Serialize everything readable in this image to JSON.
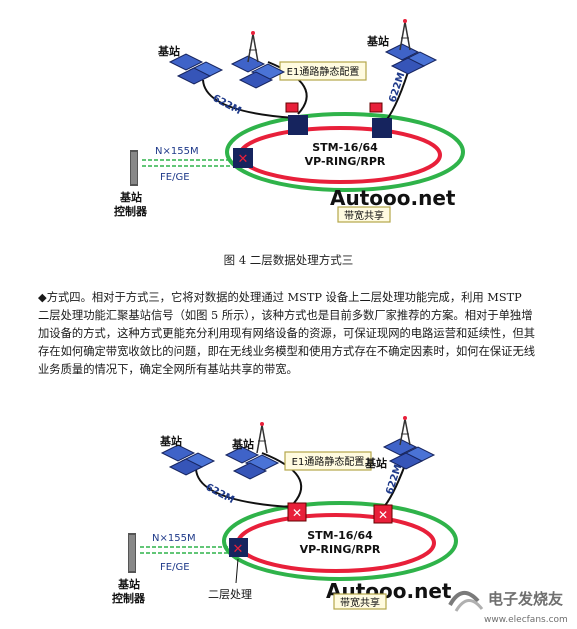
{
  "figure1": {
    "base_station_label": "基站",
    "e1_box": "E1通路静态配置",
    "link_rate": "622M",
    "ring_title": "STM-16/64",
    "ring_subtitle": "VP-RING/RPR",
    "rate_label": "N×155M",
    "fege_label": "FE/GE",
    "controller_line1": "基站",
    "controller_line2": "控制器",
    "watermark": "Autooo.net",
    "bandwidth_box": "带宽共享"
  },
  "caption": "图 4 二层数据处理方式三",
  "paragraph": {
    "lines": [
      "◆方式四。相对于方式三，它将对数据的处理通过 MSTP 设备上二层处理功能完成，利用 MSTP",
      "二层处理功能汇聚基站信号（如图 5 所示），该种方式也是目前多数厂家推荐的方案。相对于单独增",
      "加设备的方式，这种方式更能充分利用现有网络设备的资源，可保证现网的电路运营和延续性，但其",
      "存在如何确定带宽收敛比的问题，即在无线业务模型和使用方式存在不确定因素时，如何在保证无线",
      "业务质量的情况下，确定全网所有基站共享的带宽。"
    ]
  },
  "figure2": {
    "base_station_label": "基站",
    "e1_box": "E1通路静态配置",
    "link_rate": "622M",
    "ring_title": "STM-16/64",
    "ring_subtitle": "VP-RING/RPR",
    "rate_label": "N×155M",
    "fege_label": "FE/GE",
    "controller_line1": "基站",
    "controller_line2": "控制器",
    "watermark": "Autooo.net",
    "bandwidth_box": "带宽共享",
    "l2_label": "二层处理",
    "site_logo_text": "电子发烧友",
    "site_url": "www.elecfans.com"
  },
  "colors": {
    "ring_green": "#2fb34a",
    "ring_red": "#e8203a",
    "node_navy": "#16245e",
    "cell_blue": "#3f63c8",
    "box_border": "#b5a64a",
    "link_text": "#1f3a8a"
  }
}
